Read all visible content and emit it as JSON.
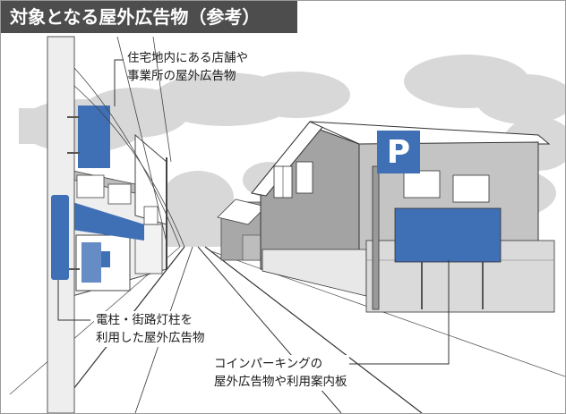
{
  "title": "対象となる屋外広告物（参考）",
  "parking_sign_letter": "P",
  "callouts": {
    "shop_signs": {
      "line1": "住宅地内にある店舗や",
      "line2": "事業所の屋外広告物"
    },
    "pole_signs": {
      "line1": "電柱・街路灯柱を",
      "line2": "利用した屋外広告物"
    },
    "parking_signs": {
      "line1": "コインパーキングの",
      "line2": "屋外広告物や利用案内板"
    }
  },
  "colors": {
    "sign_blue": "#3f6fb5",
    "title_bar": "#4d4d4d",
    "sky_trees": "#d6d6d6",
    "wall": "#e3e3e3",
    "building": "#9a9a9a"
  }
}
